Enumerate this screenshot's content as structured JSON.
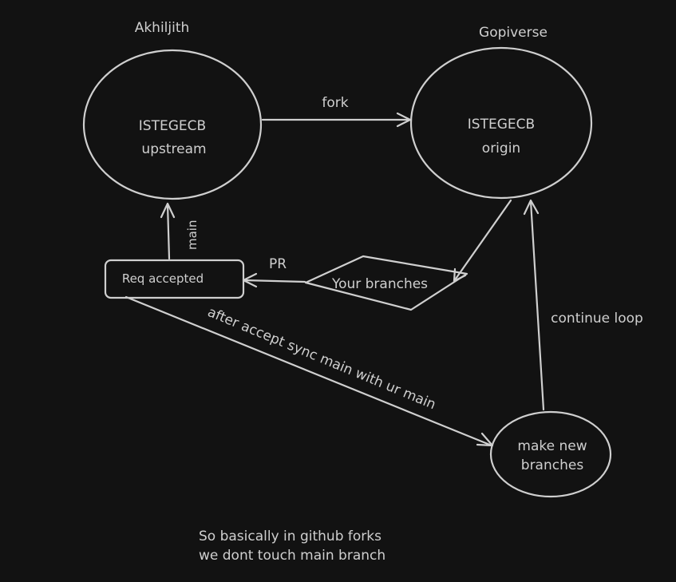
{
  "nodes": {
    "upstream": {
      "owner": "Akhiljith",
      "repo": "ISTEGECB",
      "role": "upstream"
    },
    "origin": {
      "owner": "Gopiverse",
      "repo": "ISTEGECB",
      "role": "origin"
    },
    "your_branches": {
      "label": "Your branches"
    },
    "req_accepted": {
      "label": "Req accepted"
    },
    "make_new_branches": {
      "line1": "make new",
      "line2": "branches"
    }
  },
  "edges": {
    "fork": "fork",
    "pr": "PR",
    "main": "main",
    "continue_loop": "continue loop",
    "sync": "after accept sync main with ur main"
  },
  "note": {
    "line1": "So basically in github forks",
    "line2": "we dont touch main branch"
  },
  "colors": {
    "background": "#121212",
    "ink": "#cfcfcf"
  }
}
